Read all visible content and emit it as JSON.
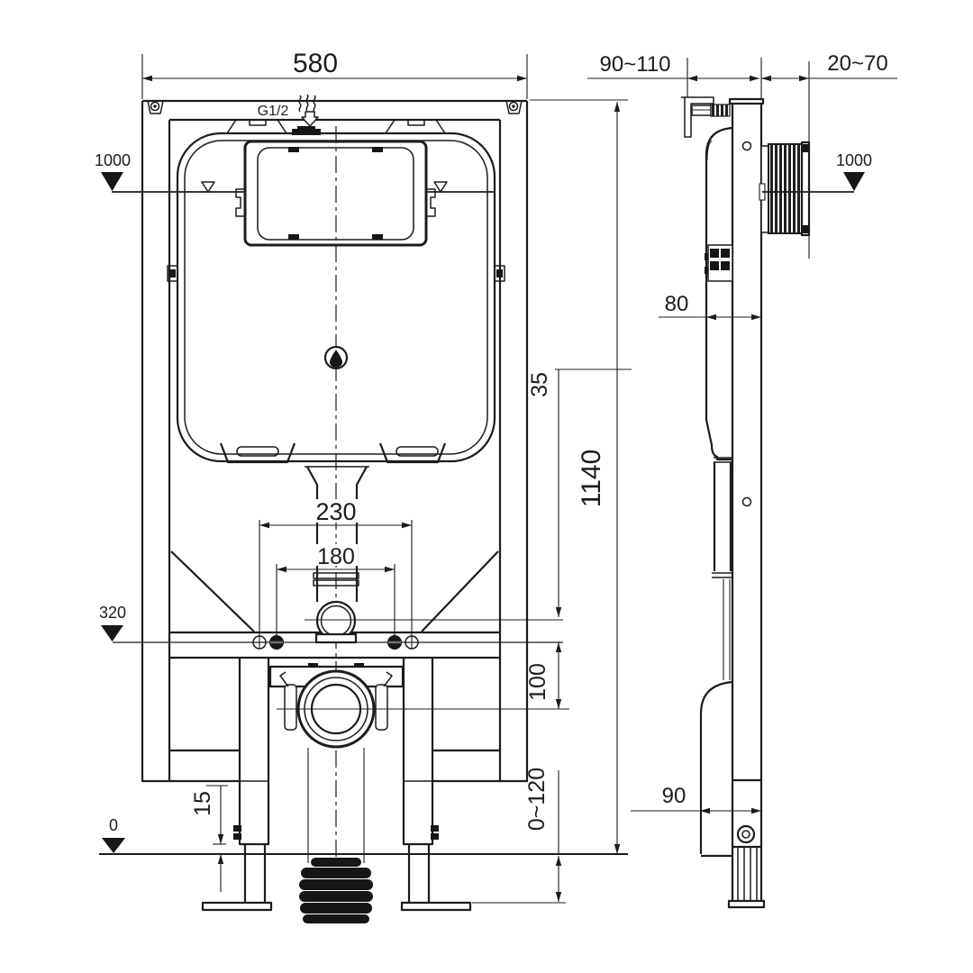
{
  "front": {
    "inlet": "G1/2",
    "dims": {
      "width": "580",
      "bolt_outer": "230",
      "bolt_inner": "180",
      "height": "1140",
      "flush_to_fix": "35",
      "fix_to_drain": "100",
      "leg_adjust": "0~120",
      "foot_clear": "15"
    },
    "levels": {
      "water": "1000",
      "fix": "320",
      "floor": "0"
    }
  },
  "side": {
    "dims": {
      "bracket": "90~110",
      "sleeve": "20~70",
      "depth": "80",
      "lower": "90"
    },
    "levels": {
      "water": "1000"
    }
  }
}
